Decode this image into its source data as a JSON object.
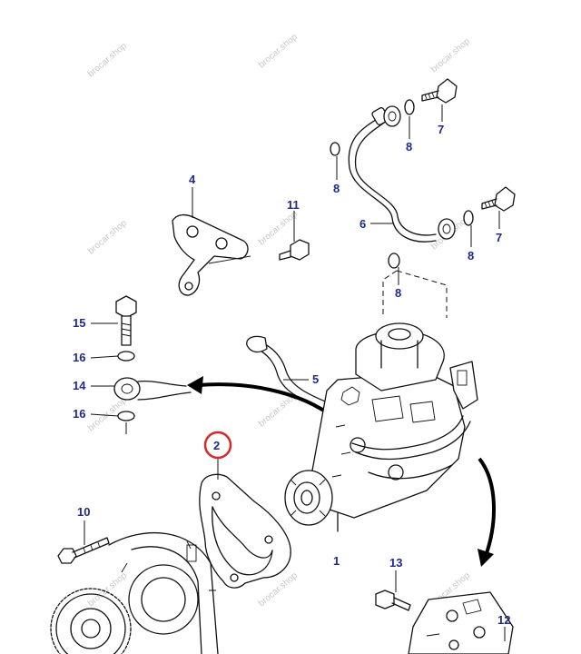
{
  "watermark_text": "brocar.shop",
  "callouts": {
    "c1": "1",
    "c2": "2",
    "c4": "4",
    "c5": "5",
    "c6": "6",
    "c7a": "7",
    "c7b": "7",
    "c8a": "8",
    "c8b": "8",
    "c8c": "8",
    "c8d": "8",
    "c10": "10",
    "c11": "11",
    "c12": "12",
    "c13": "13",
    "c14": "14",
    "c15": "15",
    "c16a": "16",
    "c16b": "16"
  },
  "colors": {
    "callout_text": "#1f2a8c",
    "highlight_ring": "#d62828",
    "linework": "#111111",
    "watermark": "#c9c9c9"
  },
  "highlighted_callout": "2"
}
